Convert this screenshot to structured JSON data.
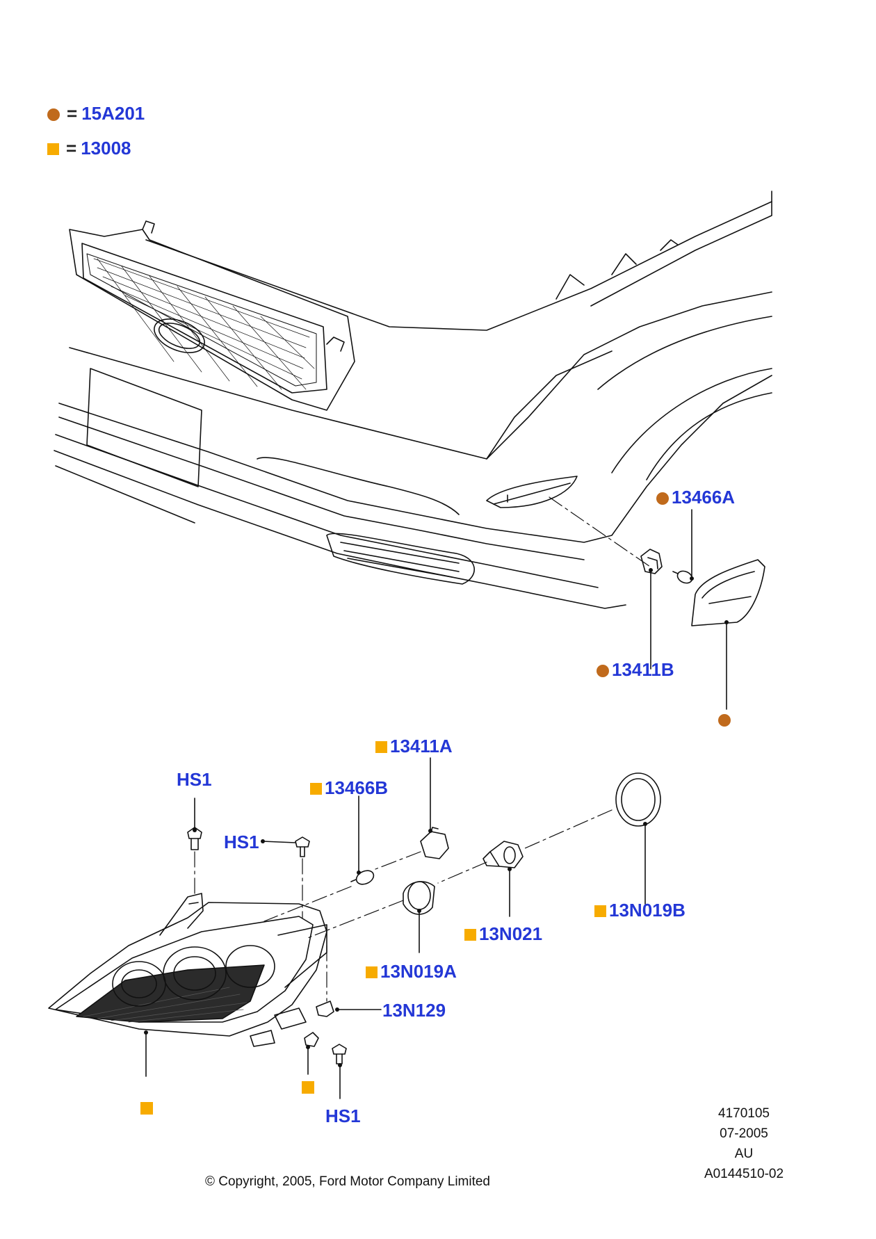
{
  "colors": {
    "bulb_marker": "#c06a1c",
    "unit_marker": "#f7ab00",
    "label_text": "#2337d6",
    "line": "#111111"
  },
  "legend": [
    {
      "marker": "circle",
      "equals": "=",
      "code": "15A201"
    },
    {
      "marker": "square",
      "equals": "=",
      "code": "13008"
    }
  ],
  "callouts": {
    "c13466A": {
      "marker": "circle",
      "text": "13466A"
    },
    "c13411B": {
      "marker": "circle",
      "text": "13411B"
    },
    "c13411A": {
      "marker": "square",
      "text": "13411A"
    },
    "c13466B": {
      "marker": "square",
      "text": "13466B"
    },
    "hs1_top": {
      "marker": "none",
      "text": "HS1"
    },
    "hs1_mid": {
      "marker": "none",
      "text": "HS1"
    },
    "hs1_bot": {
      "marker": "none",
      "text": "HS1"
    },
    "c13N019B": {
      "marker": "square",
      "text": "13N019B"
    },
    "c13N021": {
      "marker": "square",
      "text": "13N021"
    },
    "c13N019A": {
      "marker": "square",
      "text": "13N019A"
    },
    "c13N129": {
      "marker": "none",
      "text": "13N129"
    }
  },
  "footer": {
    "illustration_no": "4170105",
    "date": "07-2005",
    "region": "AU",
    "ref": "A0144510-02",
    "copyright": "© Copyright, 2005, Ford Motor Company Limited"
  }
}
